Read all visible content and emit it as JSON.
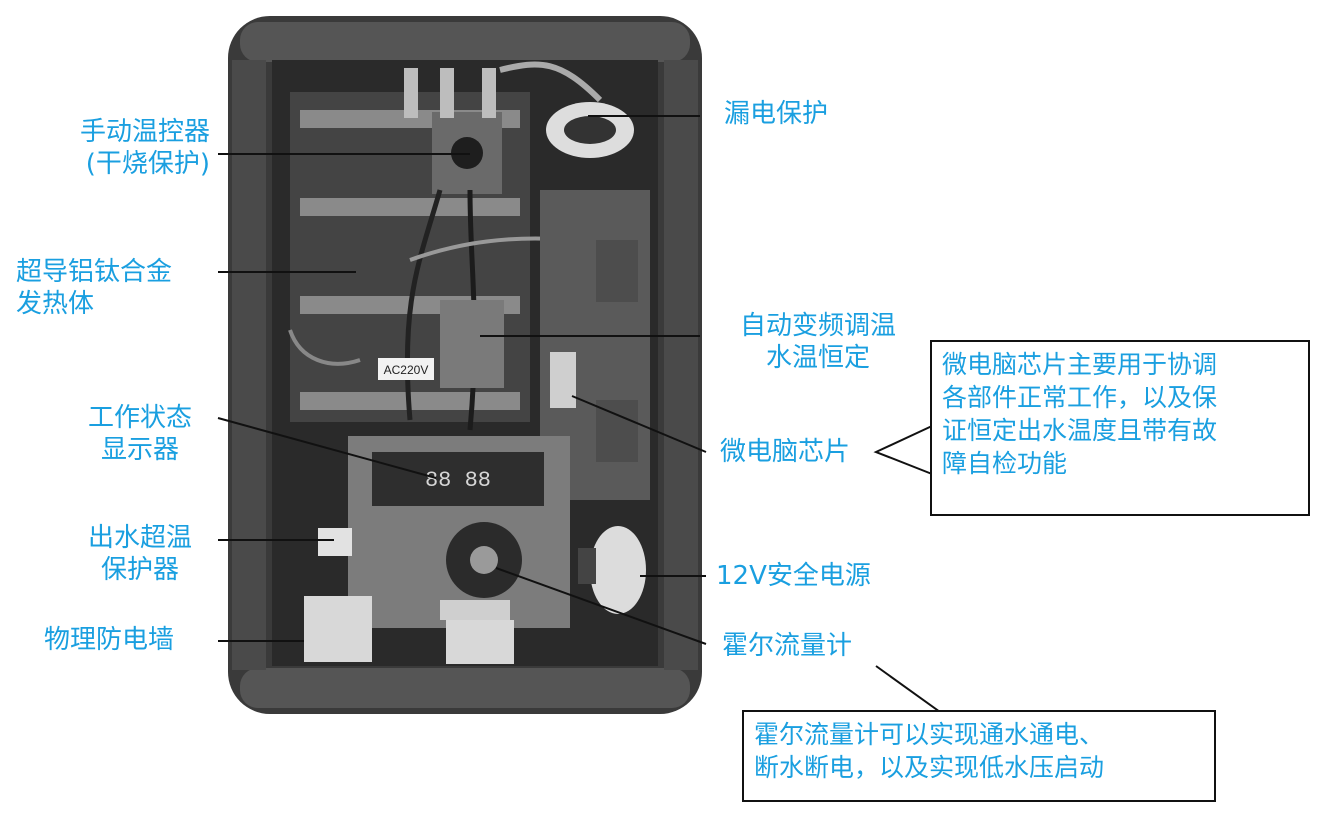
{
  "labels": {
    "leakage": "漏电保护",
    "manual_thermostat": [
      "手动温控器",
      "(干烧保护)"
    ],
    "heating_body": [
      "超导铝钛合金",
      "发热体"
    ],
    "auto_freq": [
      "自动变频调温",
      "水温恒定"
    ],
    "status_display": [
      "工作状态",
      "显示器"
    ],
    "microchip": "微电脑芯片",
    "overtemp": [
      "出水超温",
      "保护器"
    ],
    "power_12v": "12V安全电源",
    "barrier": "物理防电墙",
    "hall_meter": "霍尔流量计"
  },
  "callouts": {
    "microchip": [
      "微电脑芯片主要用于协调",
      "各部件正常工作，以及保",
      "证恒定出水温度且带有故",
      "障自检功能"
    ],
    "hall_meter": [
      "霍尔流量计可以实现通水通电、",
      "断水断电，以及实现低水压启动"
    ]
  },
  "device": {
    "sticker": "AC220V",
    "display_digits": "88 88"
  },
  "colors": {
    "label": "#1a9fe0",
    "line": "#111111",
    "housing": "#3a3a3a"
  }
}
